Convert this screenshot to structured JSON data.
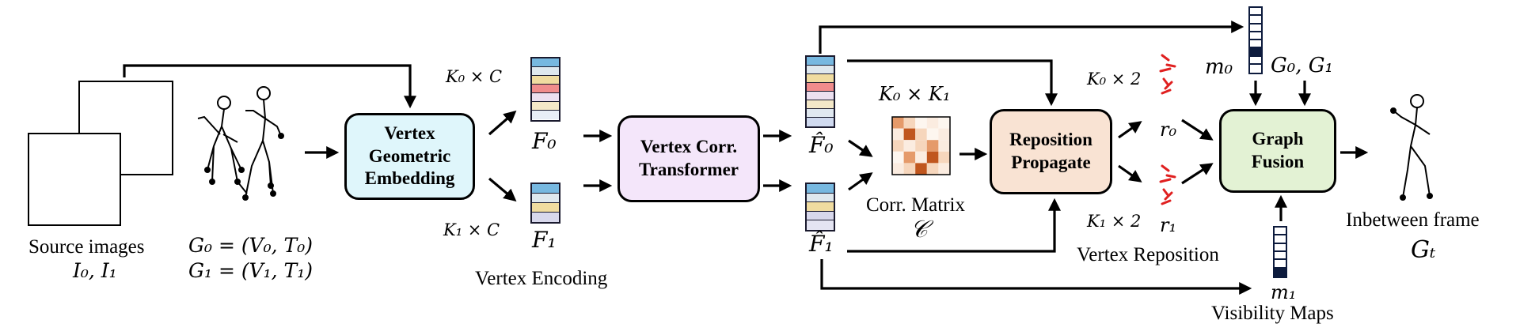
{
  "modules": {
    "vge": [
      "Vertex",
      "Geometric",
      "Embedding"
    ],
    "vct": [
      "Vertex Corr.",
      "Transformer"
    ],
    "rp": [
      "Reposition",
      "Propagate"
    ],
    "gf": [
      "Graph",
      "Fusion"
    ]
  },
  "labels": {
    "source_images": "Source images",
    "source_images_vars": "I₀, I₁",
    "graph_g0": "G₀ = (V₀, T₀)",
    "graph_g1": "G₁ = (V₁, T₁)",
    "k0c": "K₀ × C",
    "k1c": "K₁ × C",
    "f0": "F₀",
    "f1": "F₁",
    "vertex_encoding": "Vertex Encoding",
    "f0_hat": "F̂₀",
    "f1_hat": "F̂₁",
    "k0k1": "K₀ × K₁",
    "corr_matrix": "Corr. Matrix",
    "corr_symbol": "𝒞",
    "k0_2": "K₀ × 2",
    "k1_2": "K₁ × 2",
    "r0": "r₀",
    "r1": "r₁",
    "vertex_reposition": "Vertex Reposition",
    "m0": "m₀",
    "m1": "m₁",
    "g0g1": "G₀, G₁",
    "visibility_maps": "Visibility Maps",
    "inbetween_frame": "Inbetween frame",
    "gt": "Gₜ"
  },
  "colors": {
    "vge_fill": "#dff6fb",
    "vct_fill": "#f4e6fa",
    "rp_fill": "#f9e3d3",
    "gf_fill": "#e3f2d4",
    "feature_cells": [
      "#77b8e0",
      "#dfe8ee",
      "#f0dca0",
      "#f08c8c",
      "#ece0f0",
      "#f4e8c8"
    ],
    "feature_cells_1": [
      "#77b8e0",
      "#dfe8ee",
      "#f0dca0",
      "#d8d8ec"
    ],
    "corr_dark": "#c0561e",
    "corr_mid": "#e59a6a",
    "corr_light": "#f6d6bc",
    "corr_faint": "#fbece0",
    "reposition_red": "#e02020",
    "vis_fill": "#0d1b3d"
  }
}
